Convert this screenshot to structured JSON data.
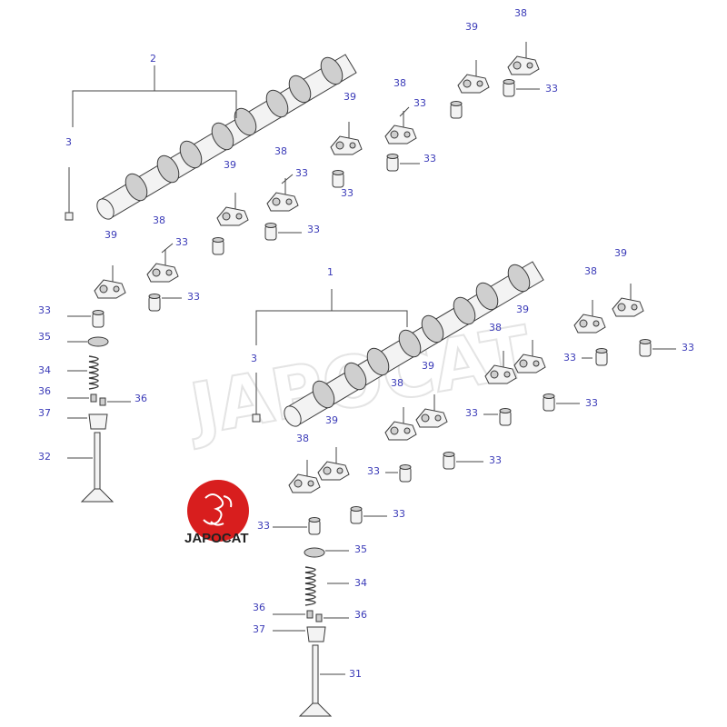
{
  "watermark": "JAPOCAT",
  "logo": {
    "text": "JAPOCAT",
    "color": "#d81e1e"
  },
  "callouts": {
    "c2": "2",
    "c3a": "3",
    "c1": "1",
    "c3b": "3",
    "u39a": "39",
    "u38a": "38",
    "u33a": "33",
    "u38b": "38",
    "u33b": "33",
    "u39b": "39",
    "u33c": "33",
    "u33d": "33",
    "u39c": "39",
    "u38c": "38",
    "u33e": "33",
    "u33f": "33",
    "u39d": "39",
    "u38d": "38",
    "u33g": "33",
    "u33h": "33",
    "l33": "33",
    "l35": "35",
    "l34": "34",
    "l36a": "36",
    "l36b": "36",
    "l37": "37",
    "l32": "32",
    "r39a": "39",
    "r38a": "38",
    "r33a": "33",
    "r33b": "33",
    "r38b": "38",
    "r39b": "39",
    "r33c": "33",
    "r33d": "33",
    "r38c": "38",
    "r39c": "39",
    "r33e": "33",
    "r33f": "33",
    "r39d": "39",
    "r38d": "38",
    "r33g": "33",
    "r33h": "33",
    "b35": "35",
    "b34": "34",
    "b36a": "36",
    "b36b": "36",
    "b37": "37",
    "b31": "31"
  }
}
